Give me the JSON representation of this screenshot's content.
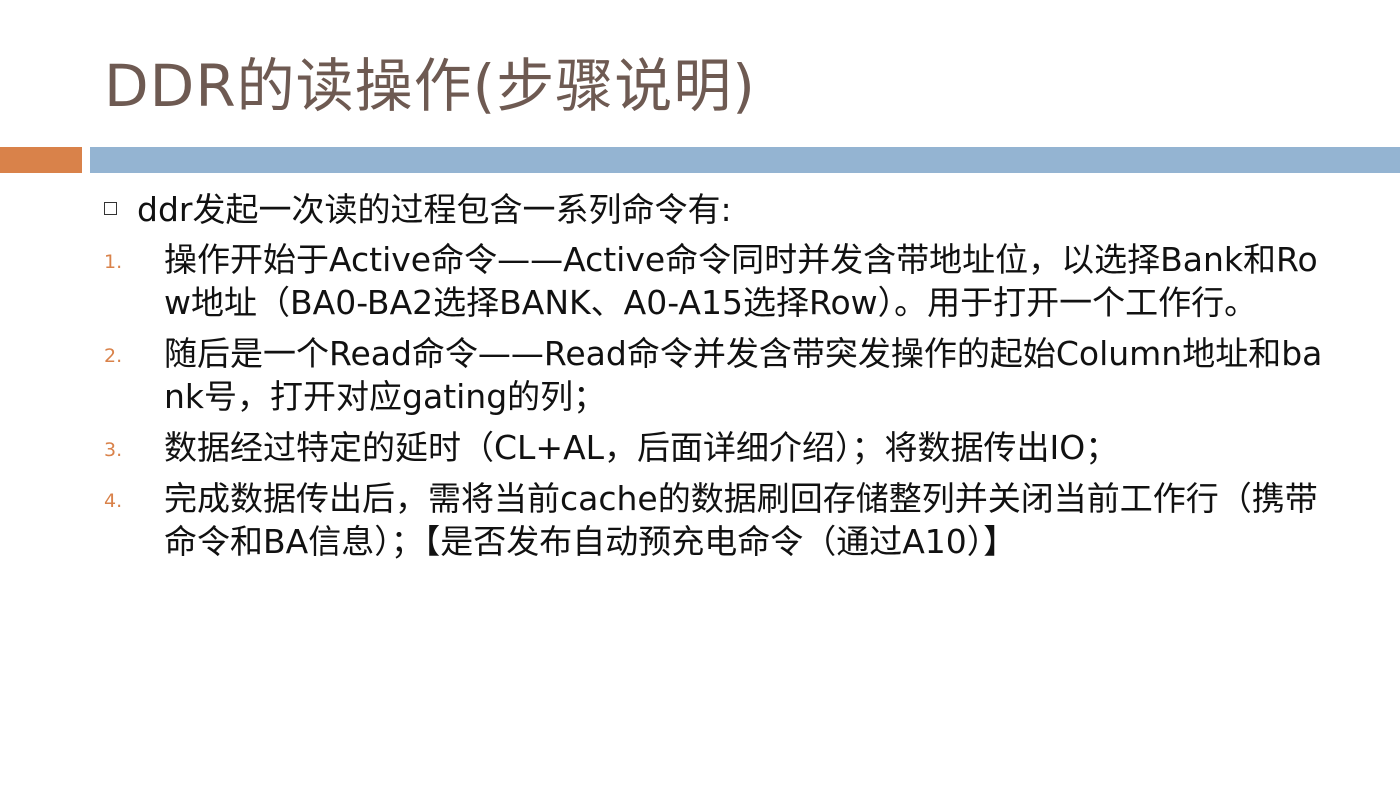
{
  "slide": {
    "title": "DDR的读操作(步骤说明)",
    "intro": "ddr发起一次读的过程包含一系列命令有:",
    "steps": [
      {
        "num": "1.",
        "text": "操作开始于Active命令——Active命令同时并发含带地址位，以选择Bank和Row地址（BA0-BA2选择BANK、A0-A15选择Row）。用于打开一个工作行。"
      },
      {
        "num": "2.",
        "text": "随后是一个Read命令——Read命令并发含带突发操作的起始Column地址和bank号，打开对应gating的列；"
      },
      {
        "num": "3.",
        "text": "数据经过特定的延时（CL+AL，后面详细介绍）；将数据传出IO；"
      },
      {
        "num": "4.",
        "text": "完成数据传出后，需将当前cache的数据刷回存储整列并关闭当前工作行（携带命令和BA信息）；【是否发布自动预充电命令（通过A10）】"
      }
    ]
  },
  "colors": {
    "title": "#6e5a52",
    "accent_orange": "#d9824a",
    "accent_blue": "#94b4d2",
    "body_text": "#111111"
  }
}
